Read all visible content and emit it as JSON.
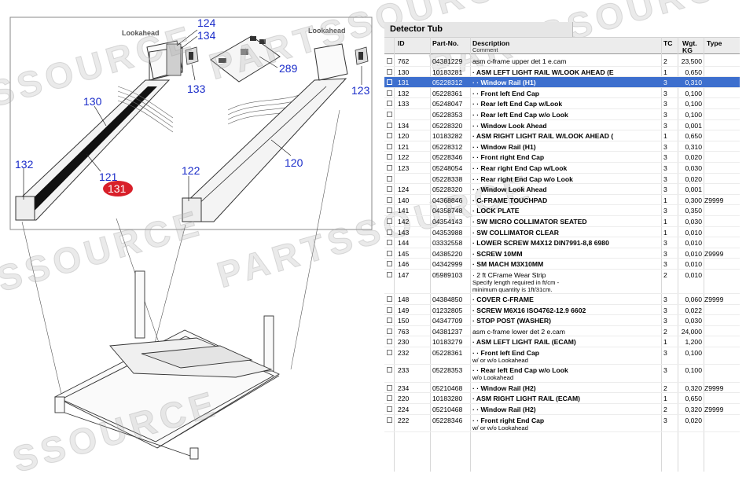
{
  "watermark": {
    "text_a": "SSOURCE",
    "text_b": "PARTSSOURCE",
    "text_c": "PARTSSOURCE",
    "text_d": "SSOURCE",
    "text_e": "PARTSSOURCE",
    "text_f": "SSOURCE"
  },
  "diagram": {
    "lookahead_left": "Lookahead",
    "lookahead_right": "Lookahead",
    "callouts": {
      "c124": "124",
      "c134": "134",
      "c133": "133",
      "c289": "289",
      "c130": "130",
      "c123": "123",
      "c120": "120",
      "c132": "132",
      "c121": "121",
      "c131": "131",
      "c122": "122"
    },
    "highlight_color": "#d8202a",
    "callout_color": "#1a2cc9"
  },
  "panel": {
    "title": "Detector Tub",
    "headers": {
      "id": "ID",
      "part": "Part-No.",
      "description": "Description",
      "comment": "Comment",
      "tc": "TC",
      "wgt": "Wgt.",
      "wgt_unit": "KG",
      "type": "Type"
    },
    "selected_color": "#3d6fce",
    "rows": [
      {
        "id": "762",
        "part": "04381229",
        "desc": "asm c-frame upper det 1 e.cam",
        "qty": "2",
        "wgt": "23,500",
        "type": "",
        "plain": true
      },
      {
        "id": "130",
        "part": "10183281",
        "desc": "· ASM LEFT LIGHT RAIL W/LOOK AHEAD (E",
        "qty": "1",
        "wgt": "0,650",
        "type": ""
      },
      {
        "id": "131",
        "part": "05228312",
        "desc": "· · Window Rail (H1)",
        "qty": "3",
        "wgt": "0,310",
        "type": "",
        "selected": true
      },
      {
        "id": "132",
        "part": "05228361",
        "desc": "· · Front left End Cap",
        "qty": "3",
        "wgt": "0,100",
        "type": ""
      },
      {
        "id": "133",
        "part": "05248047",
        "desc": "· · Rear left End Cap w/Look",
        "qty": "3",
        "wgt": "0,100",
        "type": ""
      },
      {
        "id": "",
        "part": "05228353",
        "desc": "· · Rear left End Cap w/o Look",
        "qty": "3",
        "wgt": "0,100",
        "type": ""
      },
      {
        "id": "134",
        "part": "05228320",
        "desc": "· · Window Look Ahead",
        "qty": "3",
        "wgt": "0,001",
        "type": ""
      },
      {
        "id": "120",
        "part": "10183282",
        "desc": "· ASM RIGHT LIGHT RAIL W/LOOK AHEAD (",
        "qty": "1",
        "wgt": "0,650",
        "type": ""
      },
      {
        "id": "121",
        "part": "05228312",
        "desc": "· · Window Rail (H1)",
        "qty": "3",
        "wgt": "0,310",
        "type": ""
      },
      {
        "id": "122",
        "part": "05228346",
        "desc": "· · Front right End Cap",
        "qty": "3",
        "wgt": "0,020",
        "type": ""
      },
      {
        "id": "123",
        "part": "05248054",
        "desc": "· · Rear right End Cap w/Look",
        "qty": "3",
        "wgt": "0,030",
        "type": ""
      },
      {
        "id": "",
        "part": "05228338",
        "desc": "· · Rear right End Cap w/o Look",
        "qty": "3",
        "wgt": "0,020",
        "type": ""
      },
      {
        "id": "124",
        "part": "05228320",
        "desc": "· · Window Look Ahead",
        "qty": "3",
        "wgt": "0,001",
        "type": ""
      },
      {
        "id": "140",
        "part": "04368846",
        "desc": "· C-FRAME TOUCHPAD",
        "qty": "1",
        "wgt": "0,300",
        "type": "Z9999"
      },
      {
        "id": "141",
        "part": "04358748",
        "desc": "· LOCK PLATE",
        "qty": "3",
        "wgt": "0,350",
        "type": ""
      },
      {
        "id": "142",
        "part": "04354143",
        "desc": "· SW MICRO COLLIMATOR SEATED",
        "qty": "1",
        "wgt": "0,030",
        "type": ""
      },
      {
        "id": "143",
        "part": "04353988",
        "desc": "· SW COLLIMATOR CLEAR",
        "qty": "1",
        "wgt": "0,010",
        "type": ""
      },
      {
        "id": "144",
        "part": "03332558",
        "desc": "· LOWER SCREW M4X12 DIN7991-8,8 6980",
        "qty": "3",
        "wgt": "0,010",
        "type": ""
      },
      {
        "id": "145",
        "part": "04385220",
        "desc": "· SCREW 10MM",
        "qty": "3",
        "wgt": "0,010",
        "type": "Z9999"
      },
      {
        "id": "146",
        "part": "04342999",
        "desc": "· SM MACH M3X10MM",
        "qty": "3",
        "wgt": "0,010",
        "type": ""
      },
      {
        "id": "147",
        "part": "05989103",
        "desc": "· 2 ft CFrame Wear Strip",
        "qty": "2",
        "wgt": "0,010",
        "type": "",
        "plain": true,
        "notes": [
          "Specify length required in ft/cm -",
          "minimum quantity is 1ft/31cm."
        ]
      },
      {
        "id": "148",
        "part": "04384850",
        "desc": "· COVER C-FRAME",
        "qty": "3",
        "wgt": "0,060",
        "type": "Z9999"
      },
      {
        "id": "149",
        "part": "01232805",
        "desc": "· SCREW M6X16 ISO4762-12.9 6602",
        "qty": "3",
        "wgt": "0,022",
        "type": ""
      },
      {
        "id": "150",
        "part": "04347709",
        "desc": "· STOP POST (WASHER)",
        "qty": "3",
        "wgt": "0,030",
        "type": ""
      },
      {
        "id": "763",
        "part": "04381237",
        "desc": "asm c-frame lower det 2 e.cam",
        "qty": "2",
        "wgt": "24,000",
        "type": "",
        "plain": true
      },
      {
        "id": "230",
        "part": "10183279",
        "desc": "· ASM LEFT LIGHT RAIL (ECAM)",
        "qty": "1",
        "wgt": "1,200",
        "type": ""
      },
      {
        "id": "232",
        "part": "05228361",
        "desc": "· · Front left End Cap",
        "qty": "3",
        "wgt": "0,100",
        "type": "",
        "notes": [
          "w/ or w/o Lookahead"
        ]
      },
      {
        "id": "233",
        "part": "05228353",
        "desc": "· · Rear left End Cap w/o Look",
        "qty": "3",
        "wgt": "0,100",
        "type": "",
        "notes": [
          "w/o Lookahead"
        ]
      },
      {
        "id": "234",
        "part": "05210468",
        "desc": "· · Window Rail (H2)",
        "qty": "2",
        "wgt": "0,320",
        "type": "Z9999"
      },
      {
        "id": "220",
        "part": "10183280",
        "desc": "· ASM RIGHT LIGHT RAIL (ECAM)",
        "qty": "1",
        "wgt": "0,650",
        "type": ""
      },
      {
        "id": "224",
        "part": "05210468",
        "desc": "· · Window Rail (H2)",
        "qty": "2",
        "wgt": "0,320",
        "type": "Z9999"
      },
      {
        "id": "222",
        "part": "05228346",
        "desc": "· · Front right End Cap",
        "qty": "3",
        "wgt": "0,020",
        "type": "",
        "notes": [
          "w/ or w/o Lookahead"
        ]
      }
    ]
  }
}
